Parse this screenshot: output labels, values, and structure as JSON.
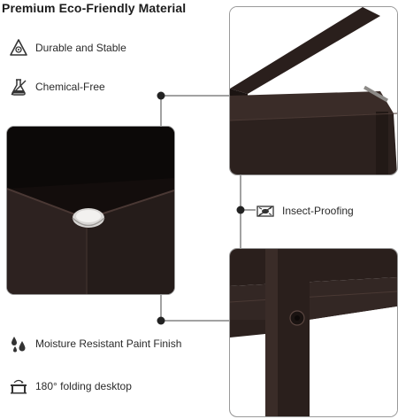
{
  "header": {
    "title": "Premium Eco-Friendly Material"
  },
  "features": [
    {
      "icon": "triangle-durability-icon",
      "label": "Durable and Stable"
    },
    {
      "icon": "flask-chemical-icon",
      "label": "Chemical-Free"
    },
    {
      "icon": "bug-insect-icon",
      "label": "Insect-Proofing"
    },
    {
      "icon": "water-drops-icon",
      "label": "Moisture Resistant Paint Finish"
    },
    {
      "icon": "folding-desk-icon",
      "label": "180° folding desktop"
    }
  ],
  "colors": {
    "wood_dark": "#2a1f1c",
    "wood_mid": "#3a2c28",
    "accent_line": "#333333"
  }
}
